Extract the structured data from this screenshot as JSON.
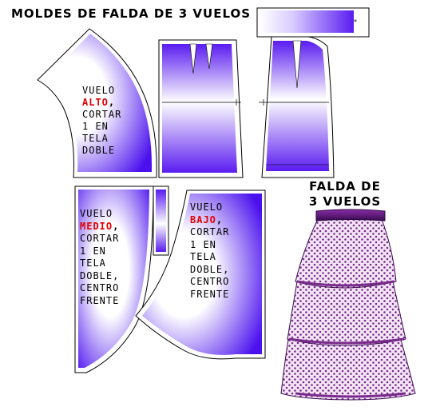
{
  "title": "MOLDES DE FALDA DE 3 VUELOS",
  "pieces": {
    "alto": {
      "lines": [
        "VUELO",
        "ALTO",
        "CORTAR",
        "1 EN",
        "TELA",
        "DOBLE"
      ],
      "highlight": "ALTO"
    },
    "medio": {
      "lines": [
        "VUELO",
        "MEDIO",
        "CORTAR",
        "1 EN",
        "TELA",
        "DOBLE,",
        "CENTRO",
        "FRENTE"
      ],
      "highlight": "MEDIO"
    },
    "bajo": {
      "lines": [
        "VUELO",
        "BAJO",
        "CORTAR",
        "1 EN",
        "TELA",
        "DOBLE,",
        "CENTRO",
        "FRENTE"
      ],
      "highlight": "BAJO"
    }
  },
  "skirt_label": {
    "line1": "FALDA DE",
    "line2": "3 VUELOS"
  },
  "colors": {
    "piece_dark": "#5a1cf0",
    "piece_light": "#ffffff",
    "highlight": "#e00000",
    "fabric": "#f2e4f7",
    "fabric_dot": "#7a2c8c",
    "waistband": "#5a1470"
  }
}
